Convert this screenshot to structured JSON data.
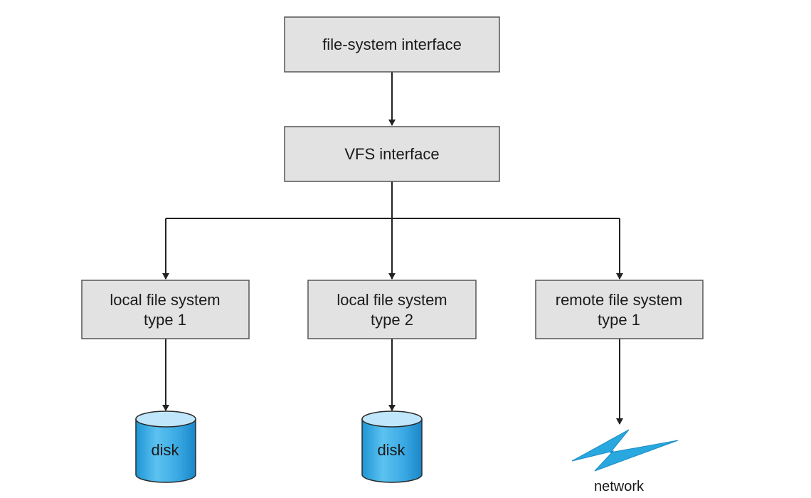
{
  "colors": {
    "box_fill": "#e2e2e2",
    "box_stroke": "#555555",
    "line": "#222222",
    "disk_fill": "#3daee8",
    "disk_light": "#bfe6fa",
    "network": "#29a8e0"
  },
  "boxes": {
    "fs_interface": {
      "line1": "file-system interface"
    },
    "vfs_interface": {
      "line1": "VFS interface"
    },
    "local_fs_1": {
      "line1": "local file system",
      "line2": "type 1"
    },
    "local_fs_2": {
      "line1": "local file system",
      "line2": "type 2"
    },
    "remote_fs_1": {
      "line1": "remote file system",
      "line2": "type 1"
    }
  },
  "storage": {
    "disk_1": {
      "label": "disk",
      "icon": "disk-icon"
    },
    "disk_2": {
      "label": "disk",
      "icon": "disk-icon"
    },
    "network": {
      "label": "network",
      "icon": "network-lightning-icon"
    }
  }
}
